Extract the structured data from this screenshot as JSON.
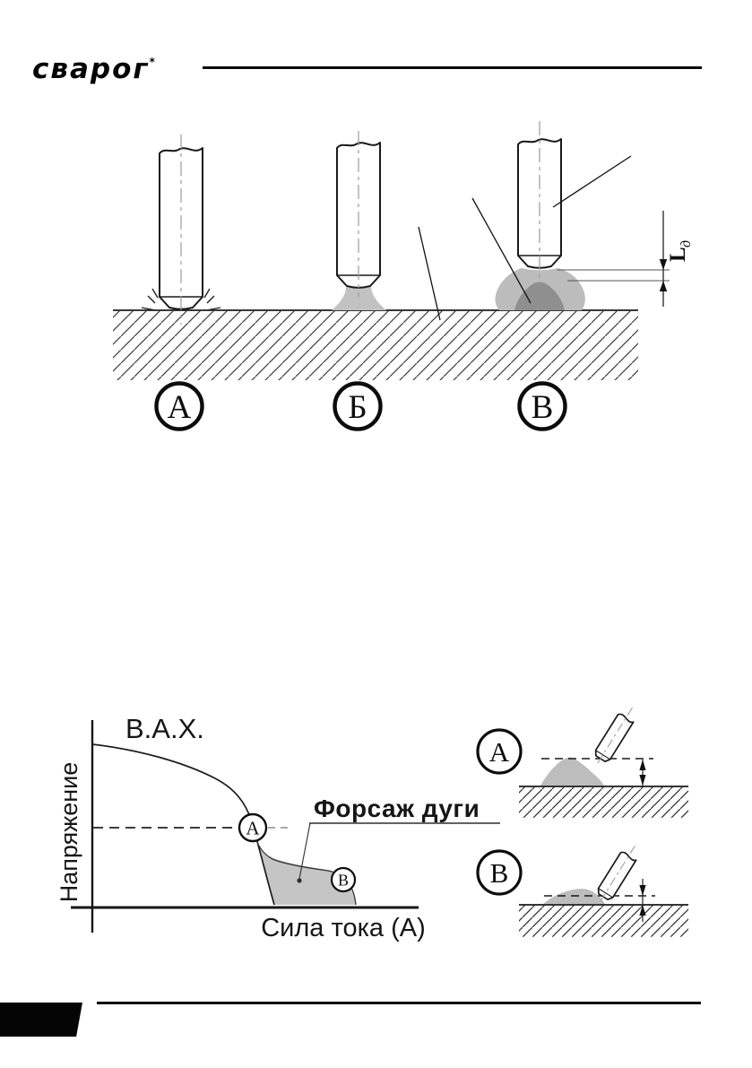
{
  "header": {
    "logo_text": "сварог",
    "logo_mark": "*"
  },
  "figure_electrodes": {
    "description": "Three arc-striking stages of a welding electrode over a hatched workpiece",
    "caption_a": "А",
    "caption_b": "Б",
    "caption_c": "В",
    "dimension_main": "L",
    "dimension_sub": "д"
  },
  "chart_data": {
    "type": "line",
    "title": "В.А.Х.",
    "y_label": "Напряжение",
    "x_label": "Сила тока (А)",
    "annotation": "Форсаж дуги",
    "point_a_label": "А",
    "point_b_label": "В",
    "axis_ticks": "none",
    "curve": "drooping volt-ampere characteristic; point А on dashed working-voltage level, shaded arc-force region down to point В near current axis"
  },
  "side_diagrams": {
    "label_top": "А",
    "label_bottom": "В"
  },
  "colors": {
    "ink": "#111111",
    "arc_light": "#bcbcbc",
    "arc_dark": "#8f8f8f",
    "cone": "#c2c2c2",
    "chart_fill": "#c5c5c5"
  }
}
